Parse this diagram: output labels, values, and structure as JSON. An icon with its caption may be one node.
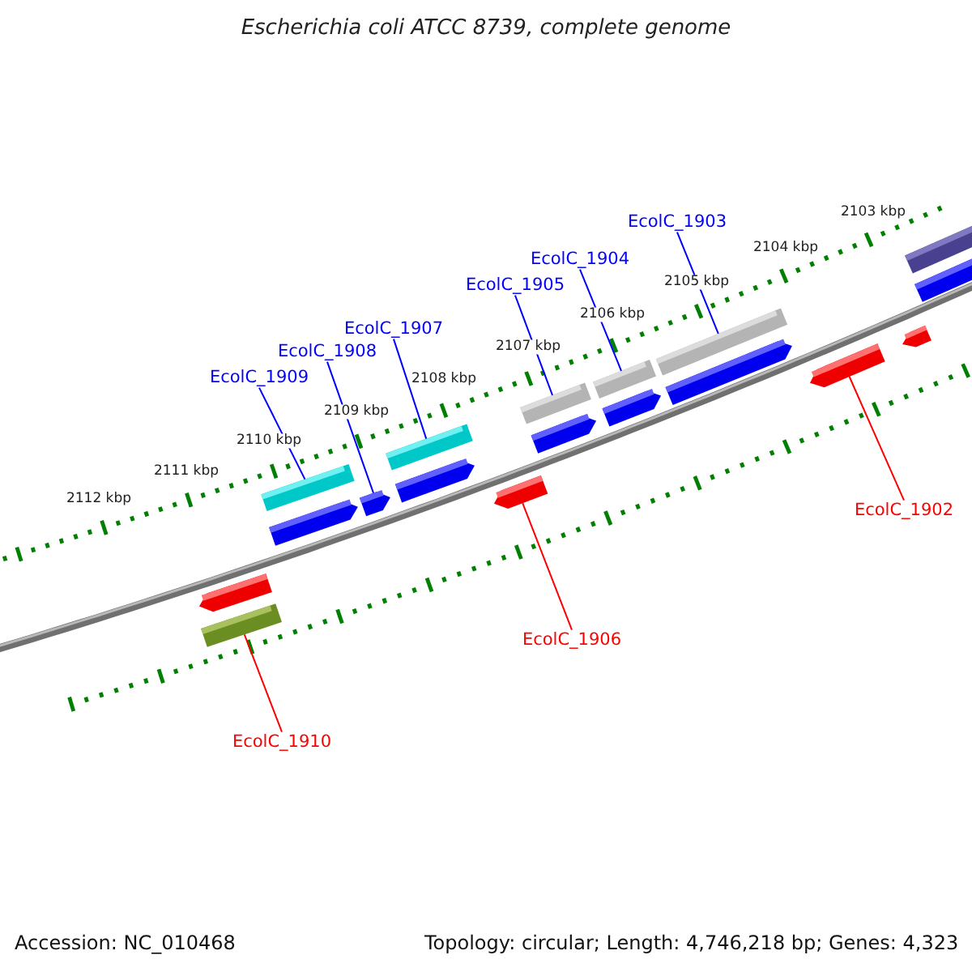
{
  "diagram": {
    "title": "Escherichia coli ATCC 8739, complete genome",
    "nodes": [
      {
        "text": [
          "EcolC_1903"
        ]
      },
      {
        "text": [
          "EcolC_1904"
        ]
      },
      {
        "text": [
          "EcolC_1905"
        ]
      },
      {
        "text": [
          "EcolC_1907"
        ]
      },
      {
        "text": [
          "EcolC_1908"
        ]
      },
      {
        "text": [
          "EcolC_1909"
        ]
      },
      {
        "text": [
          "EcolC_1902"
        ]
      },
      {
        "text": [
          "EcolC_1906"
        ]
      },
      {
        "text": [
          "EcolC_1910"
        ]
      },
      {
        "text": [],
        "shape": "bar"
      },
      {
        "text": [],
        "shape": "bar"
      },
      {
        "text": [],
        "shape": "bar"
      },
      {
        "text": [],
        "shape": "bar"
      },
      {
        "text": [],
        "shape": "bar"
      },
      {
        "text": [],
        "shape": "bar"
      },
      {
        "text": [],
        "shape": "bar"
      },
      {
        "text": [],
        "shape": "bar"
      },
      {
        "text": [],
        "shape": "bar"
      },
      {
        "text": [],
        "shape": "bar"
      },
      {
        "text": [],
        "shape": "bar"
      },
      {
        "text": [],
        "shape": "bar"
      },
      {
        "text": [],
        "shape": "bar"
      },
      {
        "text": [],
        "shape": "bar"
      },
      {
        "text": [],
        "shape": "bar"
      },
      {
        "text": [],
        "shape": "bar"
      },
      {
        "text": [],
        "shape": "bar"
      },
      {
        "text": [],
        "shape": "bar"
      }
    ],
    "edges": [
      {
        "from": 0,
        "to": 21,
        "arrow": "none"
      },
      {
        "from": 1,
        "to": 19,
        "arrow": "none"
      },
      {
        "from": 2,
        "to": 17,
        "arrow": "none"
      },
      {
        "from": 3,
        "to": 14,
        "arrow": "none"
      },
      {
        "from": 4,
        "to": 13,
        "arrow": "none"
      },
      {
        "from": 5,
        "to": 11,
        "arrow": "none"
      },
      {
        "from": 6,
        "to": 23,
        "arrow": "none",
        "color": "#ff0000"
      },
      {
        "from": 7,
        "to": 16,
        "arrow": "none",
        "color": "#ff0000"
      },
      {
        "from": 8,
        "to": 10,
        "arrow": "none",
        "color": "#ff0000"
      }
    ],
    "labels": [
      "2103 kbp",
      "2104 kbp",
      "2105 kbp",
      "2106 kbp",
      "2107 kbp",
      "2108 kbp",
      "2109 kbp",
      "2110 kbp",
      "2111 kbp",
      "2112 kbp",
      "Accession: NC_010468",
      "Topology: circular; Length: 4,746,218 bp; Genes: 4,323"
    ]
  }
}
